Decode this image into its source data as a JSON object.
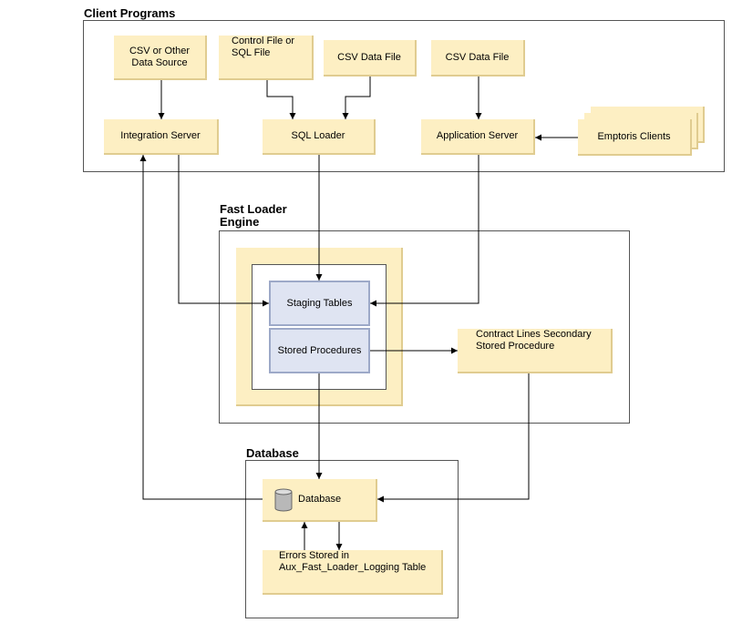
{
  "groups": {
    "client_programs": "Client Programs",
    "fast_loader_engine_line1": "Fast Loader",
    "fast_loader_engine_line2": "Engine",
    "database": "Database"
  },
  "nodes": {
    "csv_other_line1": "CSV or Other",
    "csv_other_line2": "Data Source",
    "control_file_line1": "Control File or",
    "control_file_line2": "SQL File",
    "csv_data_file_1": "CSV Data File",
    "csv_data_file_2": "CSV Data File",
    "integration_server": "Integration Server",
    "sql_loader": "SQL Loader",
    "application_server": "Application Server",
    "emptoris_clients": "Emptoris Clients",
    "staging_tables": "Staging Tables",
    "stored_procedures": "Stored Procedures",
    "contract_lines_line1": "Contract Lines Secondary",
    "contract_lines_line2": "Stored Procedure",
    "database": "Database",
    "errors_line1": "Errors Stored in",
    "errors_line2": "Aux_Fast_Loader_Logging Table"
  },
  "icons": {
    "database": "database-cylinder-icon"
  },
  "colors": {
    "node_fill": "#fdefc3",
    "node_shadow": "#e0cc90",
    "engine_fill": "#dfe4f2",
    "engine_border": "#9da9c8",
    "border": "#555555"
  }
}
